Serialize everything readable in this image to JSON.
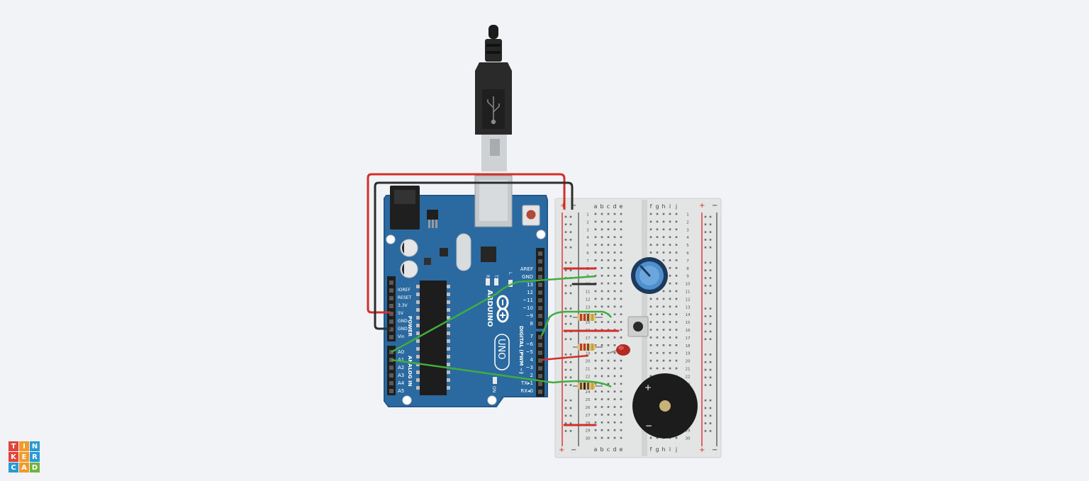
{
  "colors": {
    "background": "#f1f3f6",
    "board": "#2b6aa0",
    "wire_red": "#d22f2a",
    "wire_black": "#2e2e2e",
    "wire_green": "#3fae3f",
    "rail_red": "#e03a3a"
  },
  "arduino": {
    "brand": "ARDUINO",
    "model": "UNO",
    "on_label": "ON",
    "l_label": "L",
    "tx_label": "TX",
    "rx_label": "RX",
    "power_header": "POWER",
    "analog_header": "ANALOG IN",
    "digital_header": "DIGITAL (PWM ~)",
    "power_pins": [
      "IOREF",
      "RESET",
      "3.3V",
      "5V",
      "GND",
      "GND",
      "Vin"
    ],
    "analog_pins": [
      "A0",
      "A1",
      "A2",
      "A3",
      "A4",
      "A5"
    ],
    "digital_pins_top": [
      "AREF",
      "GND",
      "13",
      "12",
      "~11",
      "~10",
      "~9",
      "8"
    ],
    "digital_pins_bottom": [
      "7",
      "~6",
      "~5",
      "4",
      "~3",
      "2",
      "TX▸1",
      "RX◂0"
    ]
  },
  "breadboard": {
    "plus": "+",
    "minus": "−",
    "left_cols": [
      "a",
      "b",
      "c",
      "d",
      "e"
    ],
    "right_cols": [
      "f",
      "g",
      "h",
      "i",
      "j"
    ],
    "rows": 30
  },
  "buzzer": {
    "plus": "+",
    "minus": "−"
  },
  "logo": {
    "letters": [
      "T",
      "I",
      "N",
      "K",
      "E",
      "R",
      "C",
      "A",
      "D"
    ],
    "colors": [
      "#e0433a",
      "#f19a2b",
      "#2a9ad6",
      "#e0433a",
      "#f19a2b",
      "#2a9ad6",
      "#2a9ad6",
      "#f19a2b",
      "#6fb33f"
    ]
  }
}
